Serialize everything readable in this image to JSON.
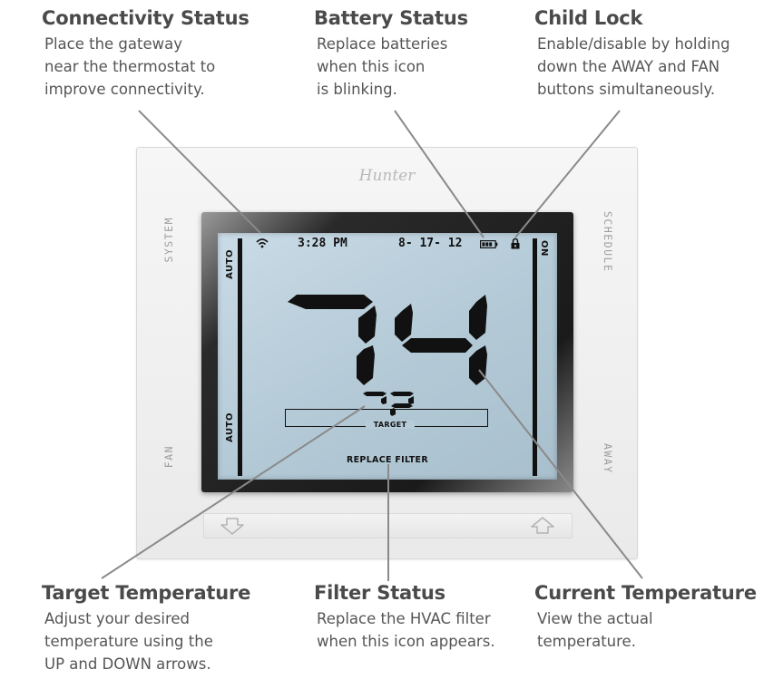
{
  "callouts": {
    "connectivity": {
      "title": "Connectivity Status",
      "lines": [
        "Place the gateway",
        "near the thermostat to",
        "improve connectivity."
      ]
    },
    "battery": {
      "title": "Battery Status",
      "lines": [
        "Replace batteries",
        "when this icon",
        "is blinking."
      ]
    },
    "child_lock": {
      "title": "Child Lock",
      "lines": [
        "Enable/disable by holding",
        "down the AWAY and FAN",
        "buttons simultaneously."
      ]
    },
    "target": {
      "title": "Target Temperature",
      "lines": [
        "Adjust your desired",
        "temperature using the",
        "UP and DOWN arrows."
      ]
    },
    "filter": {
      "title": "Filter Status",
      "lines": [
        "Replace the HVAC filter",
        "when this icon appears."
      ]
    },
    "current": {
      "title": "Current Temperature",
      "lines": [
        "View the actual",
        "temperature."
      ]
    }
  },
  "device": {
    "brand": "Hunter",
    "left_top_label": "SYSTEM",
    "left_bottom_label": "FAN",
    "right_top_label": "SCHEDULE",
    "right_bottom_label": "AWAY"
  },
  "lcd": {
    "time": "3:28 PM",
    "date": "8- 17- 12",
    "left_mode_top": "AUTO",
    "left_mode_bottom": "AUTO",
    "right_mode": "ON",
    "current_temp": "74",
    "target_temp": "72",
    "target_label": "TARGET",
    "filter_label": "REPLACE FILTER"
  },
  "icons": {
    "wifi": "wifi-icon",
    "battery": "battery-icon",
    "lock": "lock-icon",
    "down": "down-arrow-icon",
    "up": "up-arrow-icon"
  },
  "colors": {
    "heading": "#4a4a4a",
    "body_text": "#555555",
    "leader_line": "#8a8a8a",
    "lcd_background": "#b6ccd8",
    "lcd_segments": "#111111"
  }
}
